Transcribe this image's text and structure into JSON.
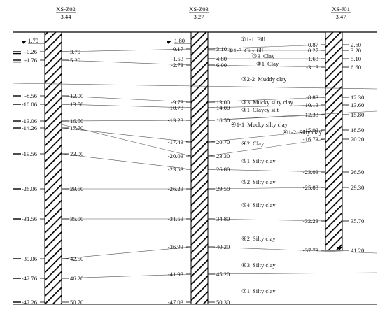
{
  "boreholes": [
    {
      "id": "XS-Z02",
      "elevation": "3.44",
      "water_level": "1.70",
      "elevations": [
        "-0.26",
        "-1.76",
        "-8.56",
        "-10.06",
        "-13.06",
        "-14.26",
        "-19.56",
        "-26.06",
        "-31.56",
        "-39.06",
        "-42.76",
        "-47.26"
      ],
      "depths": [
        "3.70",
        "5.20",
        "12.00",
        "13.50",
        "16.50",
        "17.70",
        "23.00",
        "29.50",
        "35.00",
        "42.50",
        "46.20",
        "50.70"
      ]
    },
    {
      "id": "XS-Z03",
      "elevation": "3.27",
      "water_level": "1.80",
      "elevations": [
        "0.17",
        "-1.53",
        "-2.73",
        "-9.73",
        "-10.73",
        "-13.23",
        "-17.43",
        "-20.03",
        "-23.53",
        "-26.23",
        "-31.53",
        "-36.93",
        "-41.93",
        "-47.03"
      ],
      "depths": [
        "3.10",
        "4.80",
        "6.00",
        "13.00",
        "14.00",
        "16.50",
        "20.70",
        "23.30",
        "26.80",
        "29.50",
        "34.80",
        "40.20",
        "45.20",
        "50.30"
      ]
    },
    {
      "id": "XS-J01",
      "elevation": "3.47",
      "elevations": [
        "0.87",
        "0.27",
        "-1.63",
        "-3.13",
        "-8.83",
        "-10.13",
        "-12.33",
        "-15.03",
        "-16.73",
        "-23.03",
        "-25.83",
        "-32.23",
        "-37.73"
      ],
      "depths": [
        "2.60",
        "3.20",
        "5.10",
        "6.60",
        "12.30",
        "13.60",
        "15.80",
        "18.50",
        "20.20",
        "26.50",
        "29.30",
        "35.70",
        "41.20"
      ]
    }
  ],
  "layers": [
    {
      "code": "①1-1",
      "name": "Fill"
    },
    {
      "code": "①1-3",
      "name": "City fill"
    },
    {
      "code": "③3",
      "name": "Clay"
    },
    {
      "code": "③1",
      "name": "Clay"
    },
    {
      "code": "③2-2",
      "name": "Muddy clay"
    },
    {
      "code": "③3",
      "name": "Mucky silty clay"
    },
    {
      "code": "③1",
      "name": "Clayey silt"
    },
    {
      "code": "④1-1",
      "name": "Mucky silty clay"
    },
    {
      "code": "④1-2",
      "name": "Silty clay"
    },
    {
      "code": "④2",
      "name": "Clay"
    },
    {
      "code": "⑤1",
      "name": "Silty clay"
    },
    {
      "code": "⑤2",
      "name": "Silty clay"
    },
    {
      "code": "⑤4",
      "name": "Silty clay"
    },
    {
      "code": "⑥2",
      "name": "Silty clay"
    },
    {
      "code": "⑥3",
      "name": "Silty clay"
    },
    {
      "code": "⑦1",
      "name": "Silty clay"
    }
  ]
}
